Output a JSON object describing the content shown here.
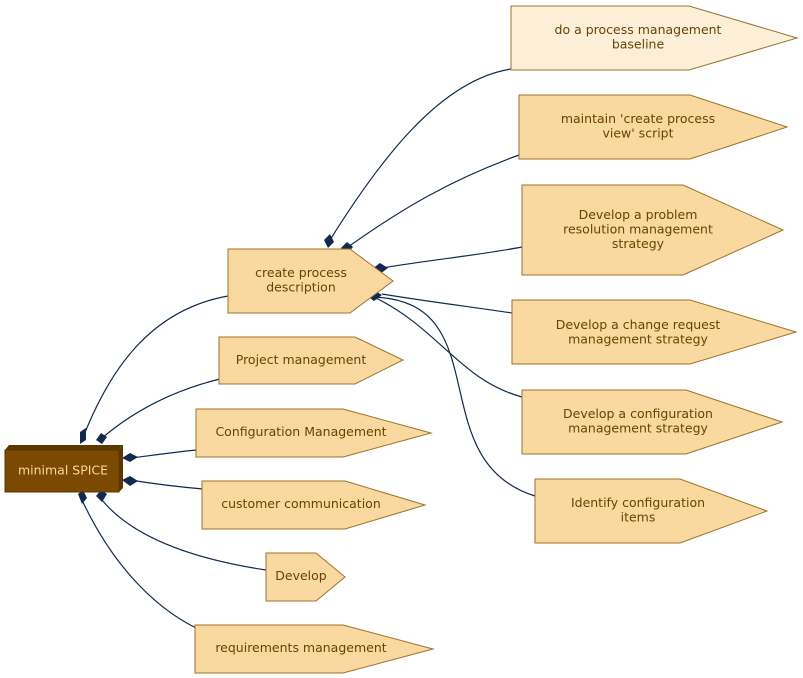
{
  "root": {
    "label": "minimal SPICE"
  },
  "colors": {
    "root_fill": "#7b4a00",
    "root_dark": "#5c3700",
    "root_text": "#f7d99a",
    "node_fill": "#f9d99f",
    "node_fill_light": "#feefd9",
    "node_stroke": "#9b7428",
    "node_text": "#6b4300",
    "edge": "#0f2a4f"
  },
  "nodes": {
    "create_process": {
      "lines": [
        "create process",
        "description"
      ]
    },
    "project_mgmt": {
      "lines": [
        "Project management"
      ]
    },
    "config_mgmt": {
      "lines": [
        "Configuration Management"
      ]
    },
    "customer_comm": {
      "lines": [
        "customer communication"
      ]
    },
    "develop": {
      "lines": [
        "Develop"
      ]
    },
    "requirements": {
      "lines": [
        "requirements management"
      ]
    },
    "baseline": {
      "lines": [
        "do a process management",
        "baseline"
      ]
    },
    "maintain_script": {
      "lines": [
        "maintain 'create process",
        "view' script"
      ]
    },
    "problem_strategy": {
      "lines": [
        "Develop a problem",
        "resolution management",
        "strategy"
      ]
    },
    "change_strategy": {
      "lines": [
        "Develop a change request",
        "management strategy"
      ]
    },
    "config_strategy": {
      "lines": [
        "Develop a configuration",
        "management strategy"
      ]
    },
    "identify_items": {
      "lines": [
        "Identify configuration",
        "items"
      ]
    }
  }
}
